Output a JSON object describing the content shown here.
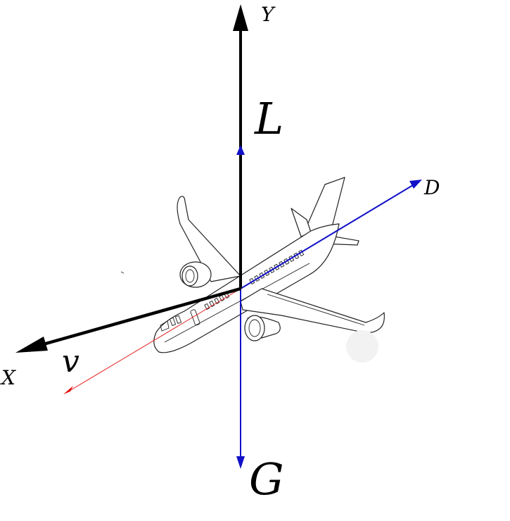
{
  "labels": {
    "y_axis": "Y",
    "x_axis": "X",
    "lift": "L",
    "drag": "D",
    "velocity": "v",
    "gravity": "G"
  },
  "colors": {
    "axis": "#000000",
    "drag_and_gravity": "#1010c8",
    "velocity_direction": "#e01010",
    "plane_outline": "#222222"
  },
  "icons": {
    "airplane": "airplane-illustration"
  }
}
